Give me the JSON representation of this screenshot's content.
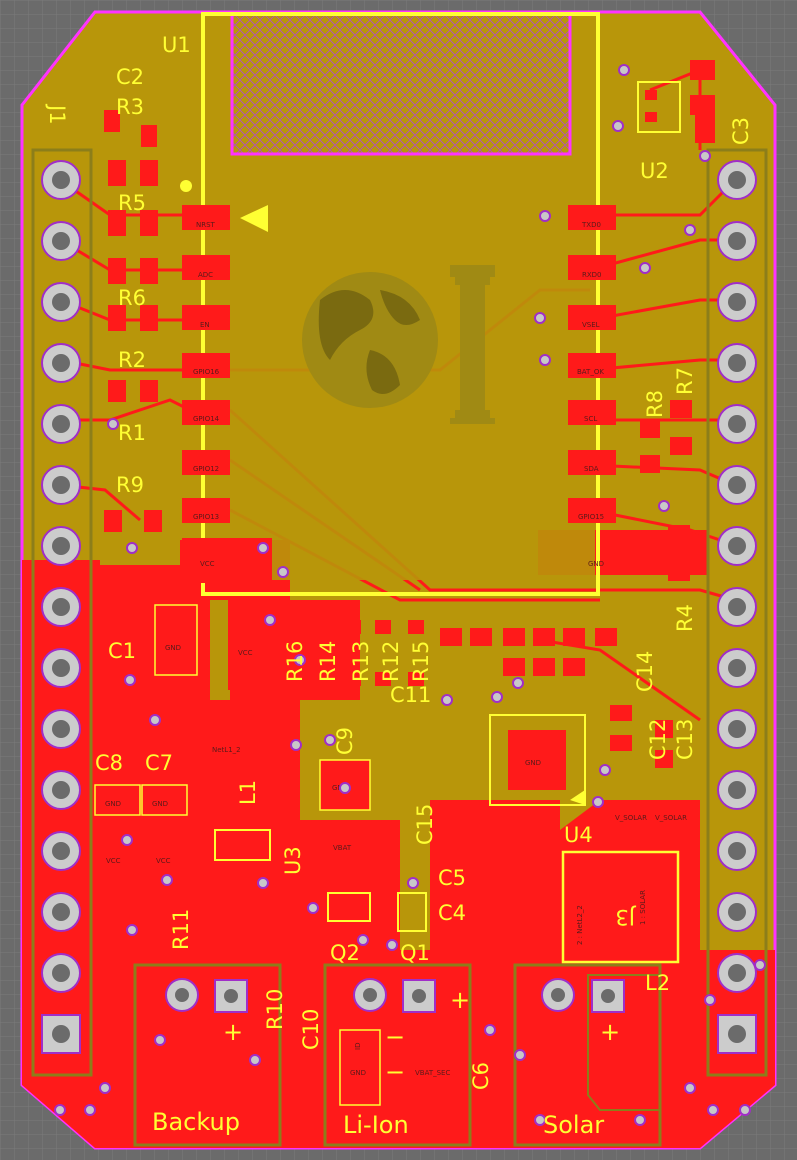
{
  "colors": {
    "background": "#6b6b6b",
    "grid": "#7b7b7b",
    "outline": "#ff33ff",
    "copper_pour": "#b8960a",
    "copper_top": "#ff1a1a",
    "silkscreen": "#ffff33",
    "component_body": "#8c7e1a",
    "via": "#c8c8c8",
    "via_ring": "#a02ec8"
  },
  "designators": {
    "u1": "U1",
    "u2": "U2",
    "u3": "U3",
    "u4": "U4",
    "c1": "C1",
    "c2": "C2",
    "c3": "C3",
    "c4": "C4",
    "c5": "C5",
    "c6": "C6",
    "c7": "C7",
    "c8": "C8",
    "c9": "C9",
    "c10": "C10",
    "c11": "C11",
    "c12": "C12",
    "c13": "C13",
    "c14": "C14",
    "c15": "C15",
    "r1": "R1",
    "r2": "R2",
    "r3": "R3",
    "r4": "R4",
    "r5": "R5",
    "r6": "R6",
    "r7": "R7",
    "r8": "R8",
    "r9": "R9",
    "r10": "R10",
    "r11": "R11",
    "r12": "R12",
    "r13": "R13",
    "r14": "R14",
    "r15": "R15",
    "r16": "R16",
    "q1": "Q1",
    "q2": "Q2",
    "l1": "L1",
    "l2": "L2",
    "j1": "J1",
    "j3": "J3"
  },
  "connectors": {
    "backup": "Backup",
    "li_ion": "Li-Ion",
    "solar": "Solar",
    "plus": "+",
    "minus": "−"
  },
  "u1_pins": {
    "p1": "NRST",
    "p2": "ADC",
    "p3": "EN",
    "p4": "GPIO16",
    "p5": "GPIO14",
    "p6": "GPIO12",
    "p7": "GPIO13",
    "p8": "VCC",
    "p9": "GND",
    "p10": "GPIO15",
    "p11": "SDA",
    "p12": "SCL",
    "p13": "BAT_OK",
    "p14": "VSEL",
    "p15": "RXD0",
    "p16": "TXD0"
  },
  "pad_labels": {
    "gnd": "GND",
    "vcc": "VCC",
    "vbat": "VBAT",
    "v_solar": "V_SOLAR",
    "vbat_sec": "VBAT_SEC",
    "netl2_2": "2 : NetL2_2",
    "solar_pin": "1 : SOLAR",
    "id": "ID",
    "netl1_2": "NetL1_2"
  }
}
